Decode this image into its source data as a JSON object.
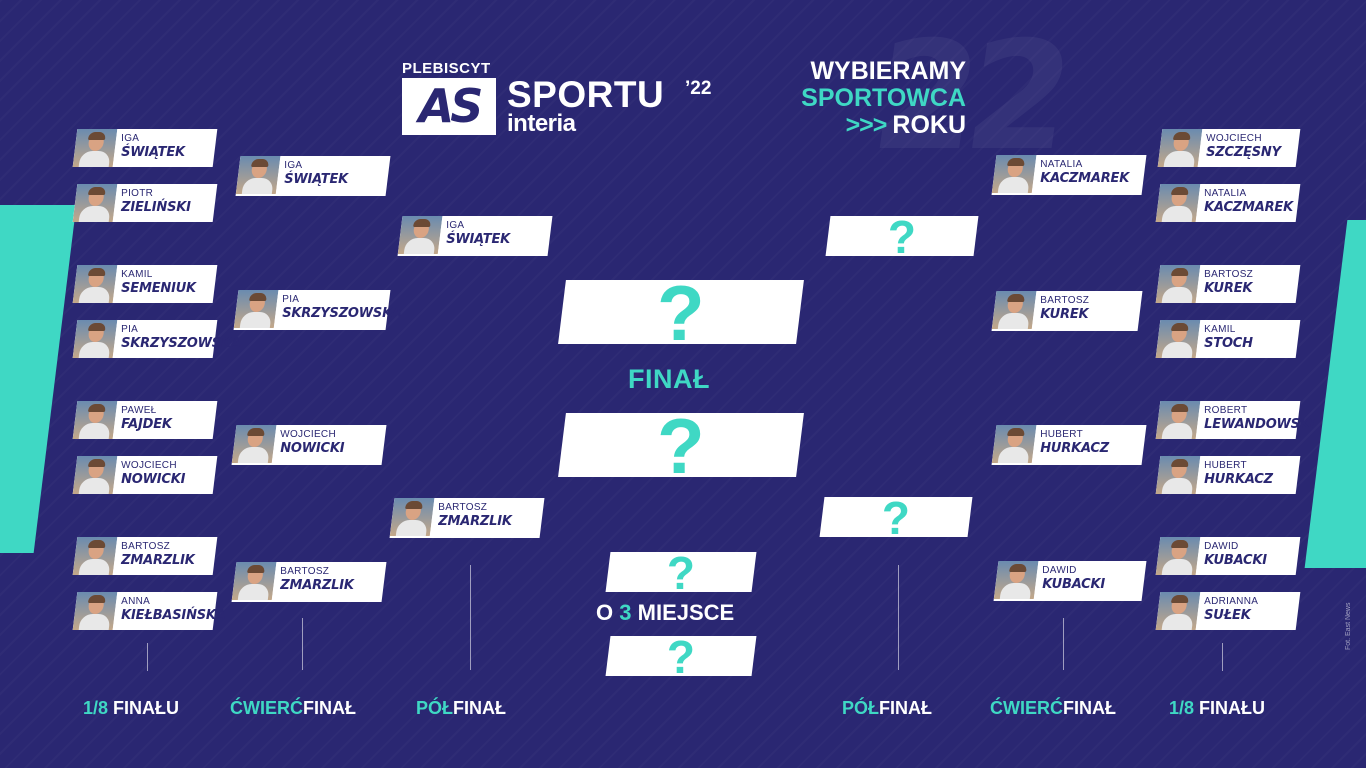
{
  "logo": {
    "plebiscyt": "PLEBISCYT",
    "as": "AS",
    "sportu": "SPORTU",
    "year": "’22",
    "interia": "interia"
  },
  "tagline": {
    "line1": "WYBIERAMY",
    "line2": "SPORTOWCA",
    "chevrons": ">>>",
    "line3": "ROKU"
  },
  "left": {
    "r16": [
      {
        "first": "IGA",
        "last": "ŚWIĄTEK"
      },
      {
        "first": "PIOTR",
        "last": "ZIELIŃSKI"
      },
      {
        "first": "KAMIL",
        "last": "SEMENIUK"
      },
      {
        "first": "PIA",
        "last": "SKRZYSZOWSKA"
      },
      {
        "first": "PAWEŁ",
        "last": "FAJDEK"
      },
      {
        "first": "WOJCIECH",
        "last": "NOWICKI"
      },
      {
        "first": "BARTOSZ",
        "last": "ZMARZLIK"
      },
      {
        "first": "ANNA",
        "last": "KIEŁBASIŃSKA"
      }
    ],
    "qf": [
      {
        "first": "IGA",
        "last": "ŚWIĄTEK"
      },
      {
        "first": "PIA",
        "last": "SKRZYSZOWSKA"
      },
      {
        "first": "WOJCIECH",
        "last": "NOWICKI"
      },
      {
        "first": "BARTOSZ",
        "last": "ZMARZLIK"
      }
    ],
    "sf": [
      {
        "first": "IGA",
        "last": "ŚWIĄTEK"
      },
      {
        "first": "BARTOSZ",
        "last": "ZMARZLIK"
      }
    ]
  },
  "right": {
    "r16": [
      {
        "first": "WOJCIECH",
        "last": "SZCZĘSNY"
      },
      {
        "first": "NATALIA",
        "last": "KACZMAREK"
      },
      {
        "first": "BARTOSZ",
        "last": "KUREK"
      },
      {
        "first": "KAMIL",
        "last": "STOCH"
      },
      {
        "first": "ROBERT",
        "last": "LEWANDOWSKI"
      },
      {
        "first": "HUBERT",
        "last": "HURKACZ"
      },
      {
        "first": "DAWID",
        "last": "KUBACKI"
      },
      {
        "first": "ADRIANNA",
        "last": "SUŁEK"
      }
    ],
    "qf": [
      {
        "first": "NATALIA",
        "last": "KACZMAREK"
      },
      {
        "first": "BARTOSZ",
        "last": "KUREK"
      },
      {
        "first": "HUBERT",
        "last": "HURKACZ"
      },
      {
        "first": "DAWID",
        "last": "KUBACKI"
      }
    ]
  },
  "placeholder": "?",
  "final_label": "FINAŁ",
  "third_place": {
    "o": "O",
    "num": "3",
    "rest": "MIEJSCE"
  },
  "rounds": {
    "r16": {
      "accent": "1/8",
      "rest": " FINAŁU"
    },
    "qf": {
      "accent": "ĆWIERĆ",
      "rest": "FINAŁ"
    },
    "sf": {
      "accent": "PÓŁ",
      "rest": "FINAŁ"
    }
  },
  "credit": "Fot. East News",
  "colors": {
    "background": "#2a2772",
    "accent": "#3fd8c4",
    "card": "#ffffff"
  }
}
